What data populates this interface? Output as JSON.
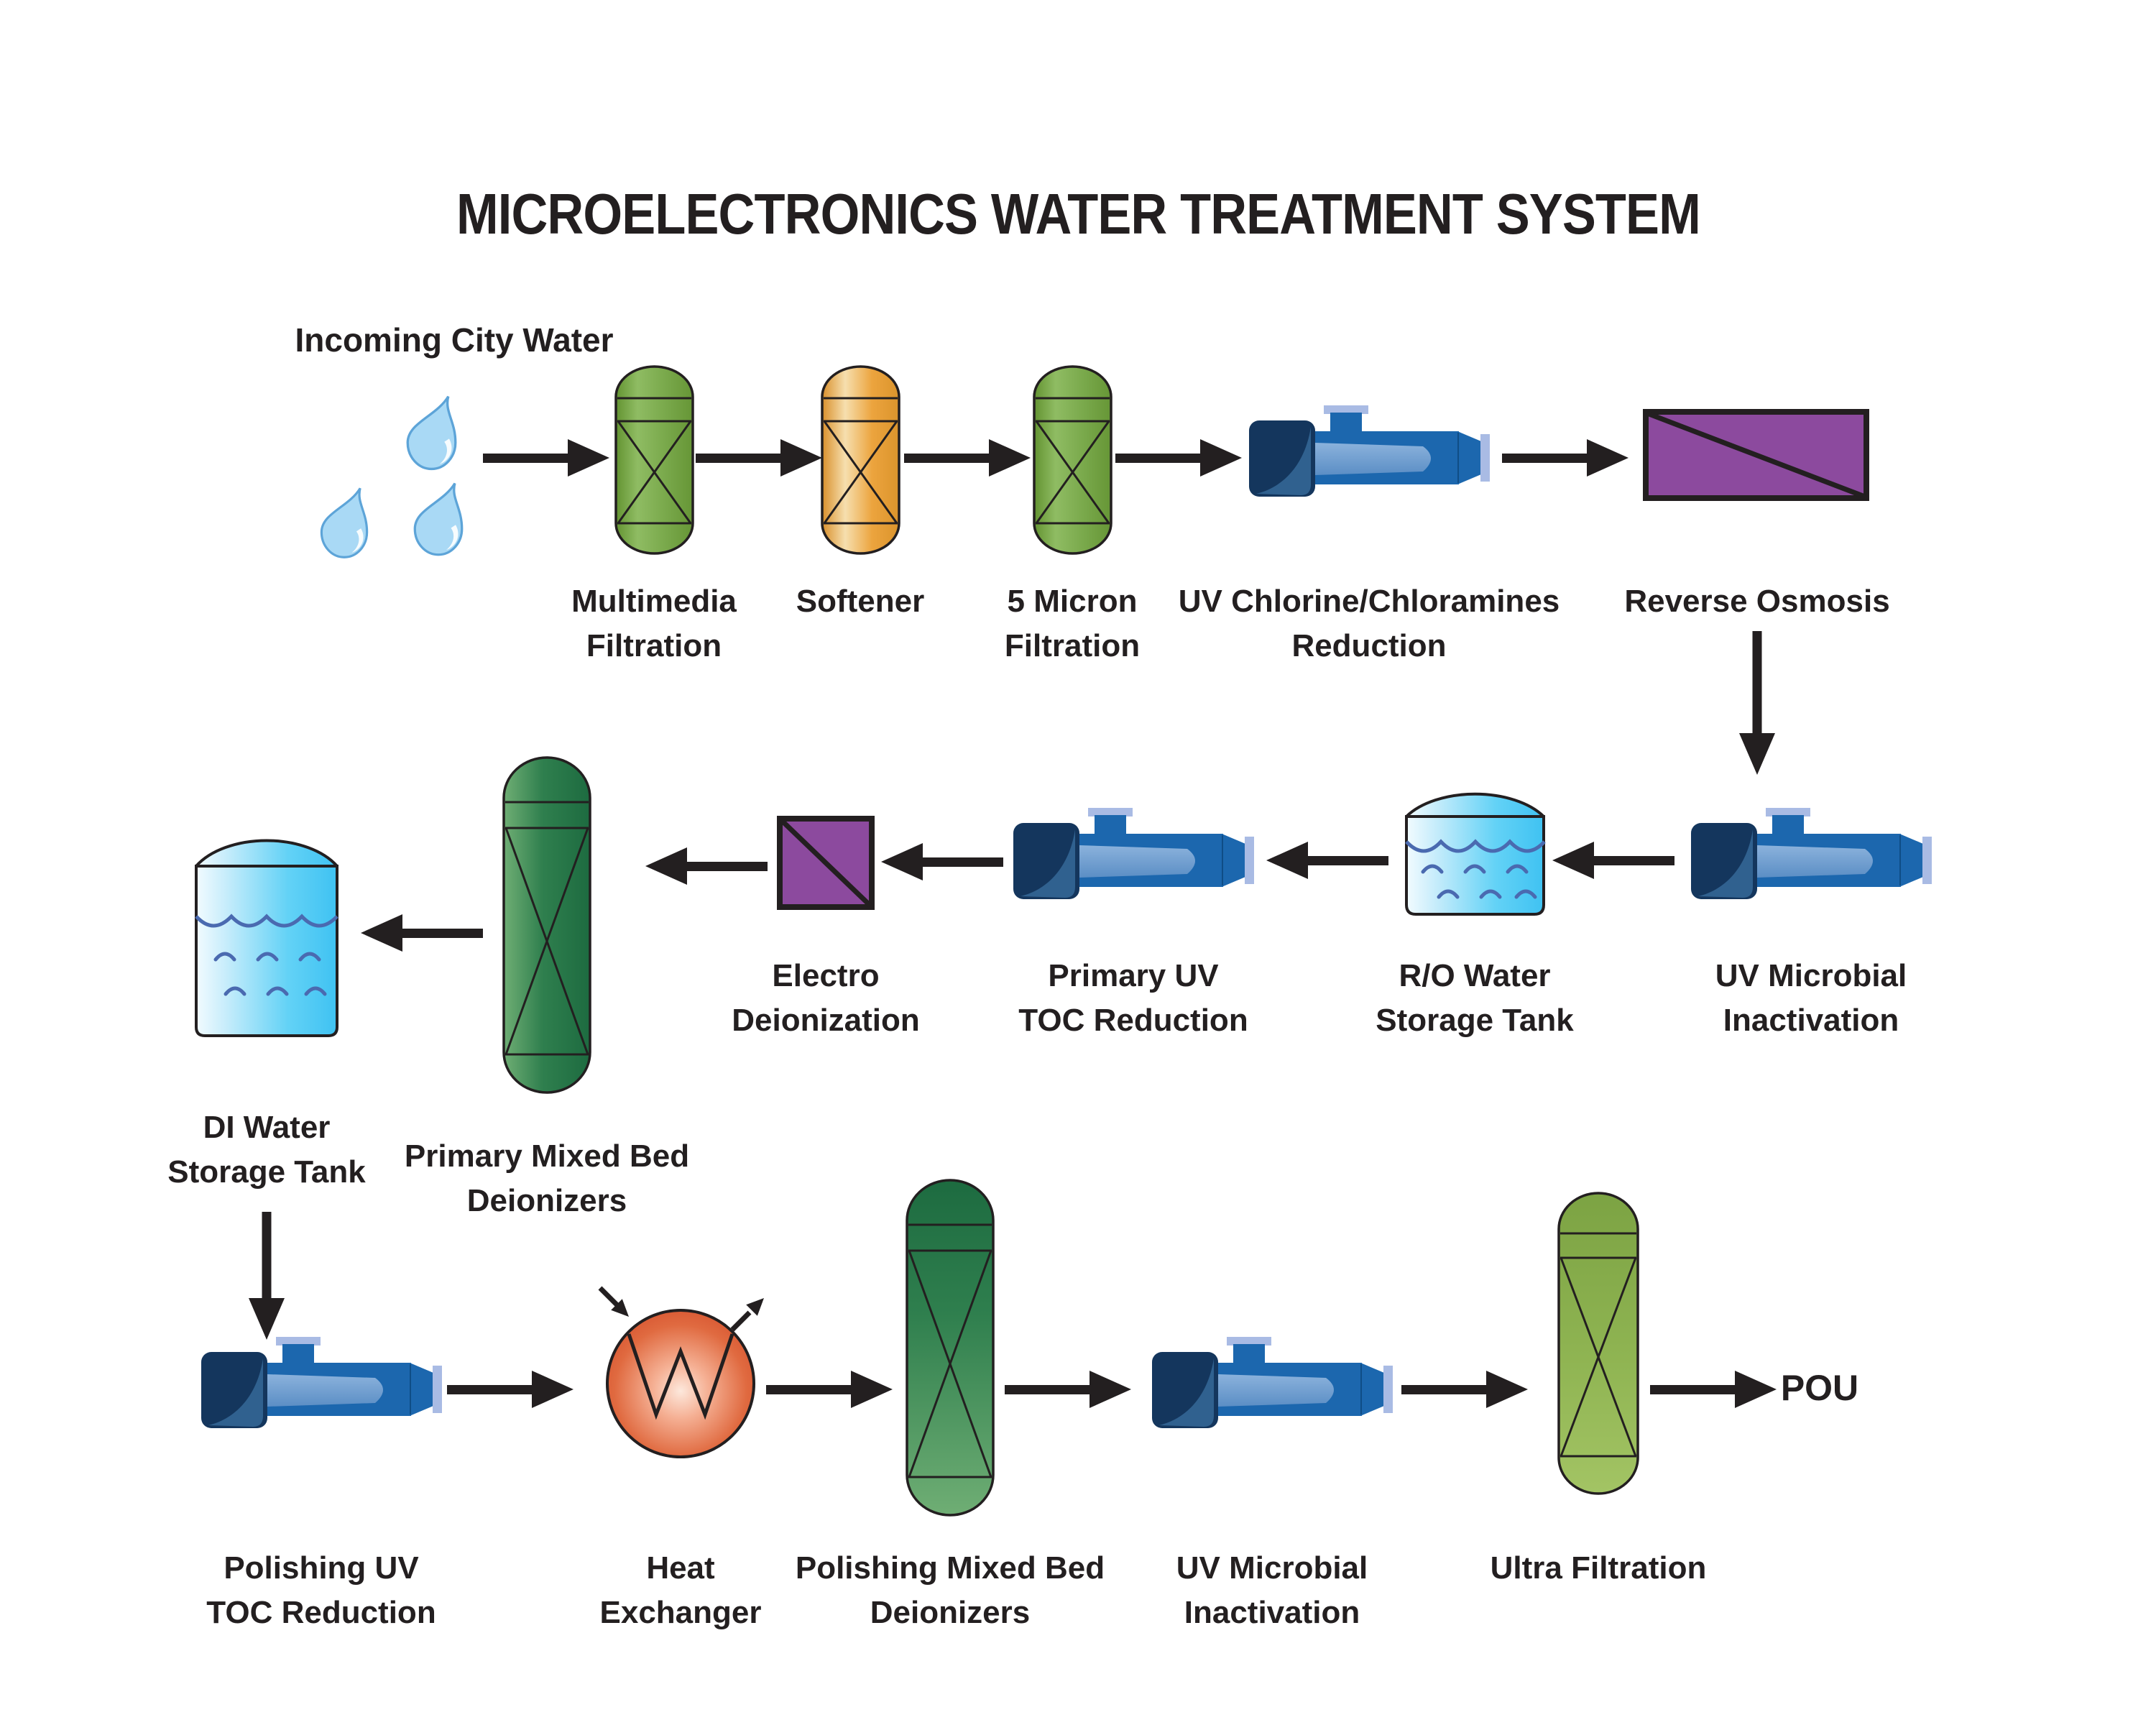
{
  "title": "MICROELECTRONICS WATER TREATMENT SYSTEM",
  "labels": {
    "incoming": "Incoming City Water",
    "multimedia_1": "Multimedia",
    "multimedia_2": "Filtration",
    "softener": "Softener",
    "micron_1": "5 Micron",
    "micron_2": "Filtration",
    "uv_chlorine_1": "UV Chlorine/Chloramines",
    "uv_chlorine_2": "Reduction",
    "reverse_osmosis": "Reverse Osmosis",
    "uv_microbial_a1": "UV Microbial",
    "uv_microbial_a2": "Inactivation",
    "ro_tank_1": "R/O Water",
    "ro_tank_2": "Storage Tank",
    "primary_uv_1": "Primary UV",
    "primary_uv_2": "TOC Reduction",
    "edi_1": "Electro",
    "edi_2": "Deionization",
    "primary_mb_1": "Primary Mixed Bed",
    "primary_mb_2": "Deionizers",
    "di_tank_1": "DI Water",
    "di_tank_2": "Storage Tank",
    "polishing_uv_1": "Polishing UV",
    "polishing_uv_2": "TOC Reduction",
    "heat_1": "Heat",
    "heat_2": "Exchanger",
    "polishing_mb_1": "Polishing Mixed Bed",
    "polishing_mb_2": "Deionizers",
    "uv_microbial_b1": "UV Microbial",
    "uv_microbial_b2": "Inactivation",
    "ultra_filtration": "Ultra Filtration",
    "pou": "POU"
  },
  "flow": {
    "row1": [
      "Incoming City Water",
      "Multimedia Filtration",
      "Softener",
      "5 Micron Filtration",
      "UV Chlorine/Chloramines Reduction",
      "Reverse Osmosis"
    ],
    "row2": [
      "UV Microbial Inactivation",
      "R/O Water Storage Tank",
      "Primary UV TOC Reduction",
      "Electro Deionization",
      "Primary Mixed Bed Deionizers",
      "DI Water Storage Tank"
    ],
    "row3": [
      "Polishing UV TOC Reduction",
      "Heat Exchanger",
      "Polishing Mixed Bed Deionizers",
      "UV Microbial Inactivation",
      "Ultra Filtration",
      "POU"
    ]
  },
  "colors": {
    "background": "#ffffff",
    "text": "#231f20",
    "arrow_black": "#231f20",
    "vessel_green": "#7cab4e",
    "vessel_orange": "#eca43e",
    "vessel_dark_green": "#2f7f4e",
    "vessel_olive_green": "#8fb452",
    "uv_body_blue": "#1c67ae",
    "uv_cap_navy": "#14365d",
    "flange_periwinkle": "#a9bbe4",
    "tank_cyan": "#3fc2f2",
    "wave_blue": "#4a6ab0",
    "membrane_purple": "#8c4a9e",
    "heat_exchanger_red": "#d85b36",
    "water_drop_blue": "#a9d9f5"
  }
}
